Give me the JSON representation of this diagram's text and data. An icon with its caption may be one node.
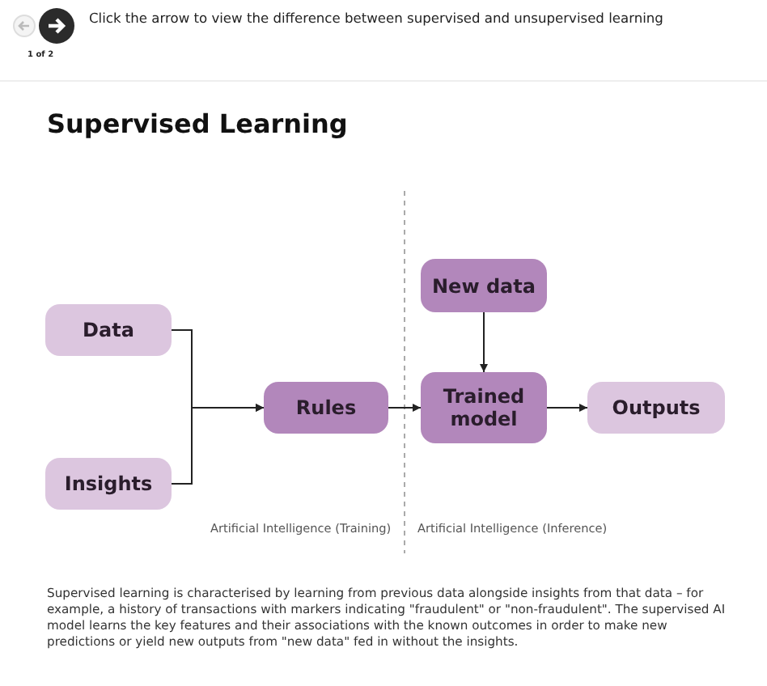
{
  "diagram": {
    "title": "Supervised Learning",
    "caption": "Supervised learning is characterised by learning from previous data alongside insights from that data – for example, a history of transactions with markers indicating \"fraudulent\" or \"non-fraudulent\". The supervised AI model learns the key features and their associations with the known outcomes in order to make new predictions or yield new outputs from \"new data\" fed in without the insights.",
    "nodes": [
      {
        "text": [
          "Data"
        ]
      },
      {
        "text": [
          "Insights"
        ]
      },
      {
        "text": [
          "Rules"
        ]
      },
      {
        "text": [
          "New data"
        ]
      },
      {
        "text": [
          "Trained model"
        ]
      },
      {
        "text": [
          "Outputs"
        ]
      }
    ],
    "edges": [
      {
        "from": 0,
        "to": 2,
        "arrow": "to"
      },
      {
        "from": 1,
        "to": 2,
        "arrow": "to"
      },
      {
        "from": 2,
        "to": 4,
        "arrow": "to"
      },
      {
        "from": 3,
        "to": 4,
        "arrow": "to"
      },
      {
        "from": 4,
        "to": 5,
        "arrow": "to"
      }
    ],
    "labels": [
      "Click the arrow to view the difference between supervised and unsupervised learning",
      "1 of 2",
      "Artificial Intelligence (Training)",
      "Artificial Intelligence (Inference)"
    ]
  }
}
